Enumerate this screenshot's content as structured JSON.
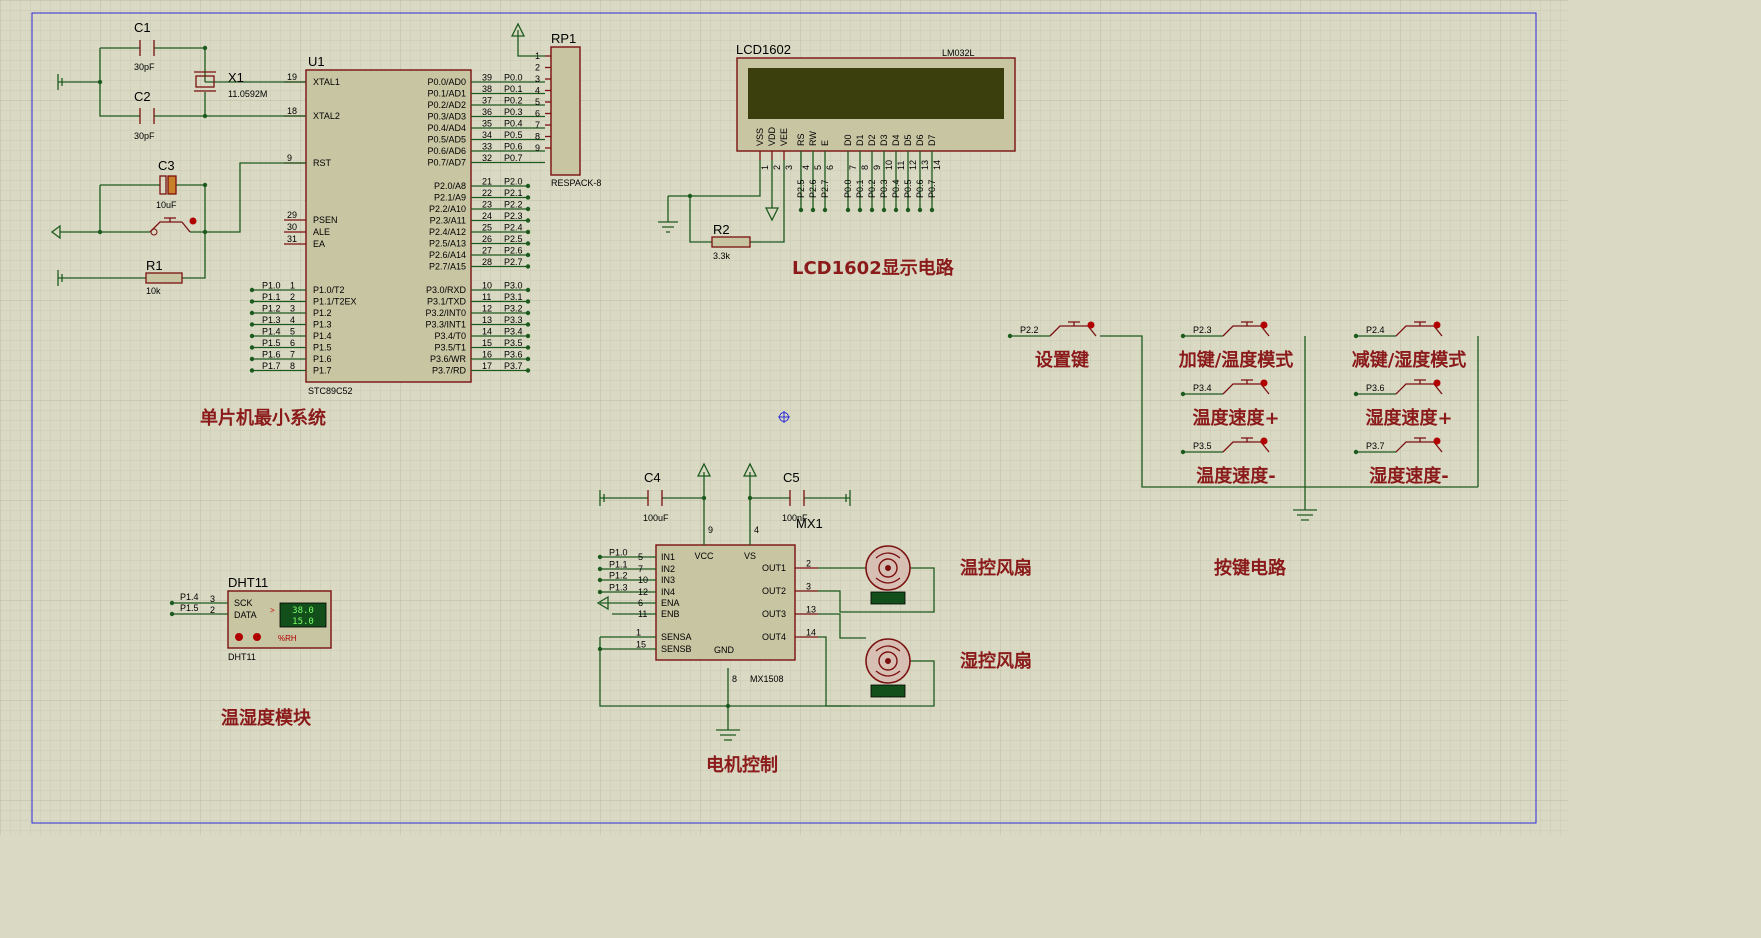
{
  "sections": {
    "mcu": "单片机最小系统",
    "lcd": "LCD1602显示电路",
    "keys": "按键电路",
    "motor": "电机控制",
    "sensor": "温湿度模块"
  },
  "mcu": {
    "ref": "U1",
    "part": "STC89C52",
    "left_pins": [
      {
        "num": "19",
        "name": "XTAL1"
      },
      {
        "num": "18",
        "name": "XTAL2"
      },
      {
        "num": "9",
        "name": "RST"
      },
      {
        "num": "29",
        "name": "PSEN"
      },
      {
        "num": "30",
        "name": "ALE"
      },
      {
        "num": "31",
        "name": "EA"
      }
    ],
    "p1_pins": [
      {
        "num": "1",
        "name": "P1.0/T2",
        "net": "P1.0"
      },
      {
        "num": "2",
        "name": "P1.1/T2EX",
        "net": "P1.1"
      },
      {
        "num": "3",
        "name": "P1.2",
        "net": "P1.2"
      },
      {
        "num": "4",
        "name": "P1.3",
        "net": "P1.3"
      },
      {
        "num": "5",
        "name": "P1.4",
        "net": "P1.4"
      },
      {
        "num": "6",
        "name": "P1.5",
        "net": "P1.5"
      },
      {
        "num": "7",
        "name": "P1.6",
        "net": "P1.6"
      },
      {
        "num": "8",
        "name": "P1.7",
        "net": "P1.7"
      }
    ],
    "p0_pins": [
      {
        "num": "39",
        "name": "P0.0/AD0",
        "net": "P0.0"
      },
      {
        "num": "38",
        "name": "P0.1/AD1",
        "net": "P0.1"
      },
      {
        "num": "37",
        "name": "P0.2/AD2",
        "net": "P0.2"
      },
      {
        "num": "36",
        "name": "P0.3/AD3",
        "net": "P0.3"
      },
      {
        "num": "35",
        "name": "P0.4/AD4",
        "net": "P0.4"
      },
      {
        "num": "34",
        "name": "P0.5/AD5",
        "net": "P0.5"
      },
      {
        "num": "33",
        "name": "P0.6/AD6",
        "net": "P0.6"
      },
      {
        "num": "32",
        "name": "P0.7/AD7",
        "net": "P0.7"
      }
    ],
    "p2_pins": [
      {
        "num": "21",
        "name": "P2.0/A8",
        "net": "P2.0"
      },
      {
        "num": "22",
        "name": "P2.1/A9",
        "net": "P2.1"
      },
      {
        "num": "23",
        "name": "P2.2/A10",
        "net": "P2.2"
      },
      {
        "num": "24",
        "name": "P2.3/A11",
        "net": "P2.3"
      },
      {
        "num": "25",
        "name": "P2.4/A12",
        "net": "P2.4"
      },
      {
        "num": "26",
        "name": "P2.5/A13",
        "net": "P2.5"
      },
      {
        "num": "27",
        "name": "P2.6/A14",
        "net": "P2.6"
      },
      {
        "num": "28",
        "name": "P2.7/A15",
        "net": "P2.7"
      }
    ],
    "p3_pins": [
      {
        "num": "10",
        "name": "P3.0/RXD",
        "net": "P3.0"
      },
      {
        "num": "11",
        "name": "P3.1/TXD",
        "net": "P3.1"
      },
      {
        "num": "12",
        "name": "P3.2/INT0",
        "net": "P3.2"
      },
      {
        "num": "13",
        "name": "P3.3/INT1",
        "net": "P3.3"
      },
      {
        "num": "14",
        "name": "P3.4/T0",
        "net": "P3.4"
      },
      {
        "num": "15",
        "name": "P3.5/T1",
        "net": "P3.5"
      },
      {
        "num": "16",
        "name": "P3.6/WR",
        "net": "P3.6"
      },
      {
        "num": "17",
        "name": "P3.7/RD",
        "net": "P3.7"
      }
    ]
  },
  "rp1": {
    "ref": "RP1",
    "part": "RESPACK-8",
    "pins": [
      "1",
      "2",
      "3",
      "4",
      "5",
      "6",
      "7",
      "8",
      "9"
    ]
  },
  "components": {
    "c1": {
      "ref": "C1",
      "value": "30pF"
    },
    "c2": {
      "ref": "C2",
      "value": "30pF"
    },
    "c3": {
      "ref": "C3",
      "value": "10uF"
    },
    "x1": {
      "ref": "X1",
      "value": "11.0592M"
    },
    "r1": {
      "ref": "R1",
      "value": "10k"
    },
    "r2": {
      "ref": "R2",
      "value": "3.3k"
    },
    "c4": {
      "ref": "C4",
      "value": "100uF"
    },
    "c5": {
      "ref": "C5",
      "value": "100nF"
    }
  },
  "lcd": {
    "ref": "LCD1602",
    "part": "LM032L",
    "pins": [
      {
        "name": "VSS",
        "num": "1"
      },
      {
        "name": "VDD",
        "num": "2"
      },
      {
        "name": "VEE",
        "num": "3"
      },
      {
        "name": "RS",
        "num": "4",
        "net": "P2.5"
      },
      {
        "name": "RW",
        "num": "5",
        "net": "P2.6"
      },
      {
        "name": "E",
        "num": "6",
        "net": "P2.7"
      },
      {
        "name": "D0",
        "num": "7",
        "net": "P0.0"
      },
      {
        "name": "D1",
        "num": "8",
        "net": "P0.1"
      },
      {
        "name": "D2",
        "num": "9",
        "net": "P0.2"
      },
      {
        "name": "D3",
        "num": "10",
        "net": "P0.3"
      },
      {
        "name": "D4",
        "num": "11",
        "net": "P0.4"
      },
      {
        "name": "D5",
        "num": "12",
        "net": "P0.5"
      },
      {
        "name": "D6",
        "num": "13",
        "net": "P0.6"
      },
      {
        "name": "D7",
        "num": "14",
        "net": "P0.7"
      }
    ]
  },
  "keys": [
    {
      "net": "P2.2",
      "label": "设置键"
    },
    {
      "net": "P2.3",
      "label": "加键/温度模式"
    },
    {
      "net": "P2.4",
      "label": "减键/湿度模式"
    },
    {
      "net": "P3.4",
      "label": "温度速度+"
    },
    {
      "net": "P3.6",
      "label": "湿度速度+"
    },
    {
      "net": "P3.5",
      "label": "温度速度-"
    },
    {
      "net": "P3.7",
      "label": "湿度速度-"
    }
  ],
  "driver": {
    "ref": "MX1",
    "part": "MX1508",
    "inputs": [
      {
        "num": "5",
        "name": "IN1",
        "net": "P1.0"
      },
      {
        "num": "7",
        "name": "IN2",
        "net": "P1.1"
      },
      {
        "num": "10",
        "name": "IN3",
        "net": "P1.2"
      },
      {
        "num": "12",
        "name": "IN4",
        "net": "P1.3"
      },
      {
        "num": "6",
        "name": "ENA"
      },
      {
        "num": "11",
        "name": "ENB"
      }
    ],
    "sense": [
      {
        "num": "1",
        "name": "SENSA"
      },
      {
        "num": "15",
        "name": "SENSB"
      }
    ],
    "outputs": [
      {
        "num": "2",
        "name": "OUT1"
      },
      {
        "num": "3",
        "name": "OUT2"
      },
      {
        "num": "13",
        "name": "OUT3"
      },
      {
        "num": "14",
        "name": "OUT4"
      }
    ],
    "top": [
      {
        "num": "9",
        "name": "VCC"
      },
      {
        "num": "4",
        "name": "VS"
      }
    ],
    "gnd": {
      "num": "8",
      "name": "GND"
    }
  },
  "fans": [
    {
      "label": "温控风扇"
    },
    {
      "label": "湿控风扇"
    }
  ],
  "dht": {
    "ref": "DHT11",
    "part": "DHT11",
    "pins": [
      {
        "num": "3",
        "name": "SCK",
        "net": "P1.4"
      },
      {
        "num": "2",
        "name": "DATA",
        "net": "P1.5"
      }
    ],
    "temperature": "38.0",
    "humidity": "15.0",
    "unit": "%RH"
  },
  "colors": {
    "background": "#d9d9c4",
    "grid": "#c6c6ae",
    "wire": "#1d5a1d",
    "body": "#c8c5a3",
    "outline": "#7a1010",
    "section": "#8b1a1a",
    "lcd_screen": "#3b3f0e",
    "border": "#2b2bd6"
  }
}
